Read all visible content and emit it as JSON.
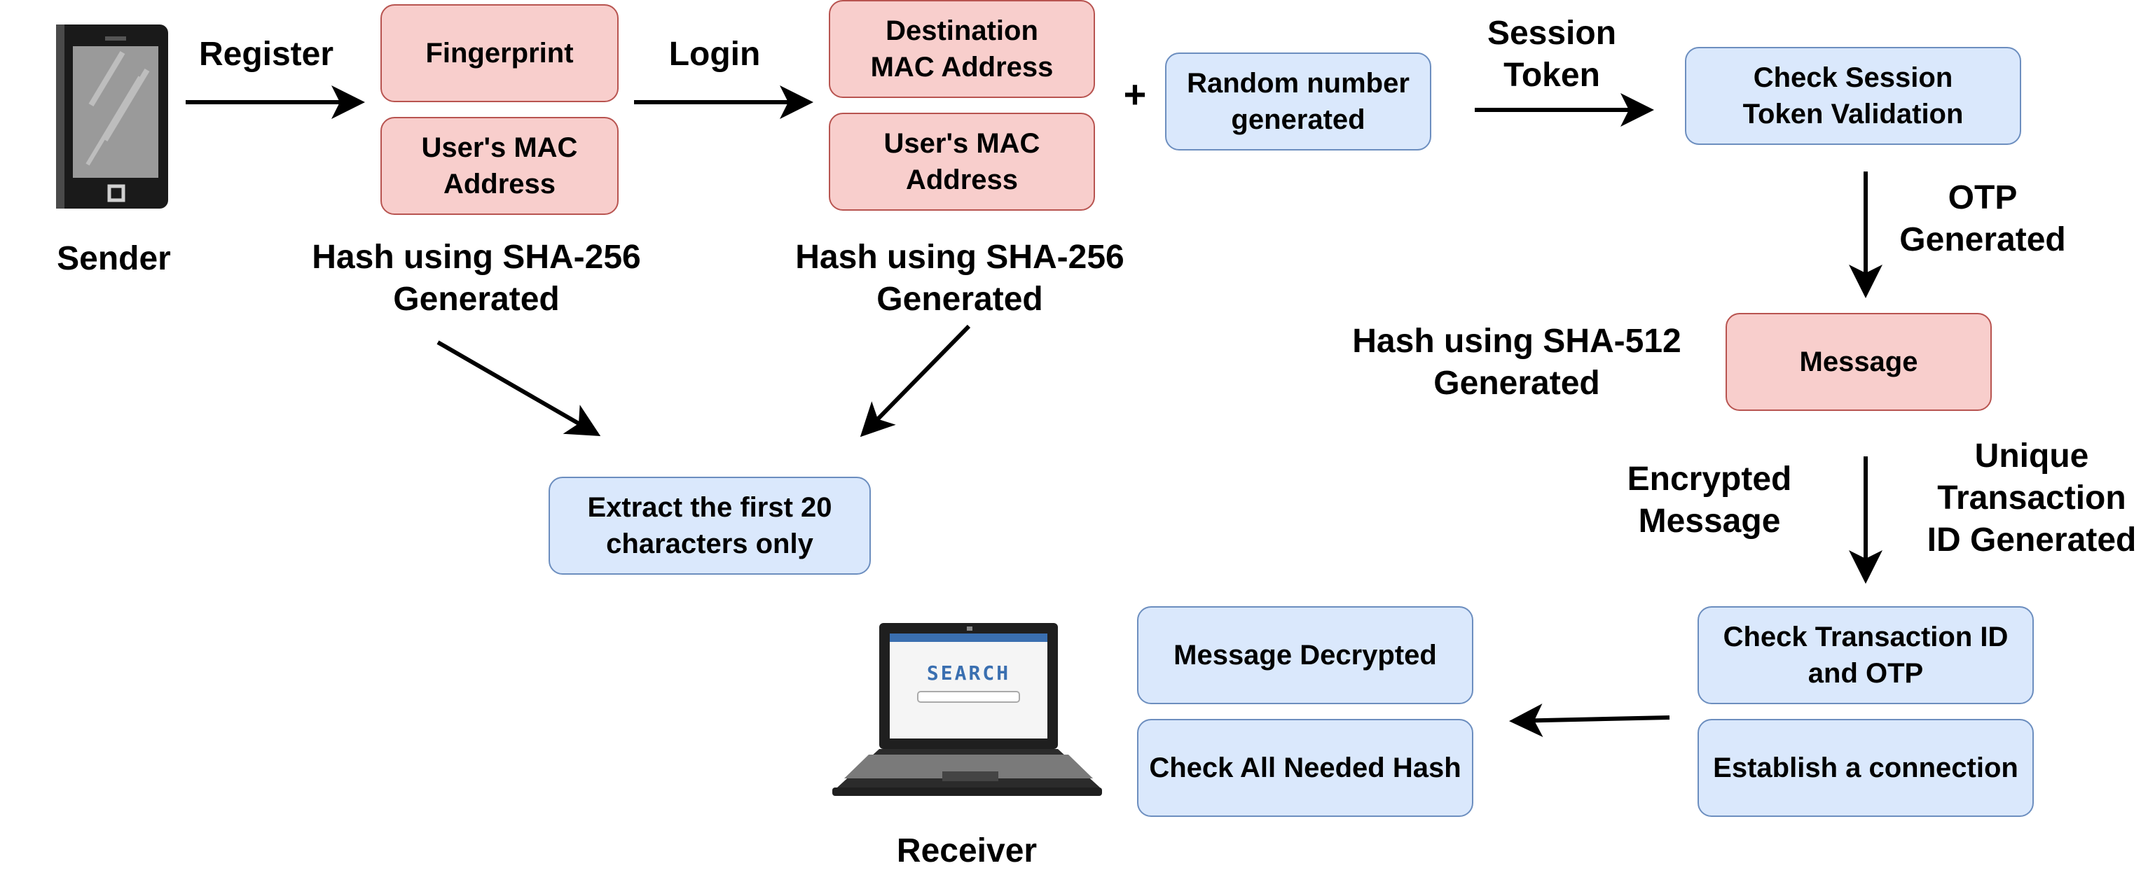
{
  "sender": {
    "label": "Sender"
  },
  "receiver": {
    "label": "Receiver",
    "screen_text": "SEARCH"
  },
  "edges": {
    "register": "Register",
    "login": "Login",
    "plus": "+",
    "session_token": "Session\nToken",
    "otp_generated": "OTP\nGenerated",
    "encrypted_message": "Encrypted\nMessage",
    "unique_transaction_id": "Unique\nTransaction\nID Generated"
  },
  "register_group": {
    "fingerprint": "Fingerprint",
    "users_mac": "User's MAC\nAddress",
    "hash_label": "Hash using SHA-256\nGenerated"
  },
  "login_group": {
    "destination_mac": "Destination\nMAC Address",
    "users_mac": "User's MAC\nAddress",
    "hash_label": "Hash using SHA-256\nGenerated"
  },
  "random_number": "Random number\ngenerated",
  "check_session_token": "Check Session\nToken Validation",
  "message": {
    "box": "Message",
    "hash_label": "Hash using SHA-512\nGenerated"
  },
  "extract": "Extract the first 20\ncharacters only",
  "transaction_group": {
    "check_transaction": "Check Transaction ID\nand OTP",
    "establish": "Establish a connection"
  },
  "receiver_group": {
    "decrypted": "Message Decrypted",
    "check_hash": "Check All Needed Hash"
  },
  "colors": {
    "pink_fill": "#f8cecc",
    "pink_stroke": "#b85450",
    "blue_fill": "#dae8fc",
    "blue_stroke": "#6c8ebf"
  }
}
